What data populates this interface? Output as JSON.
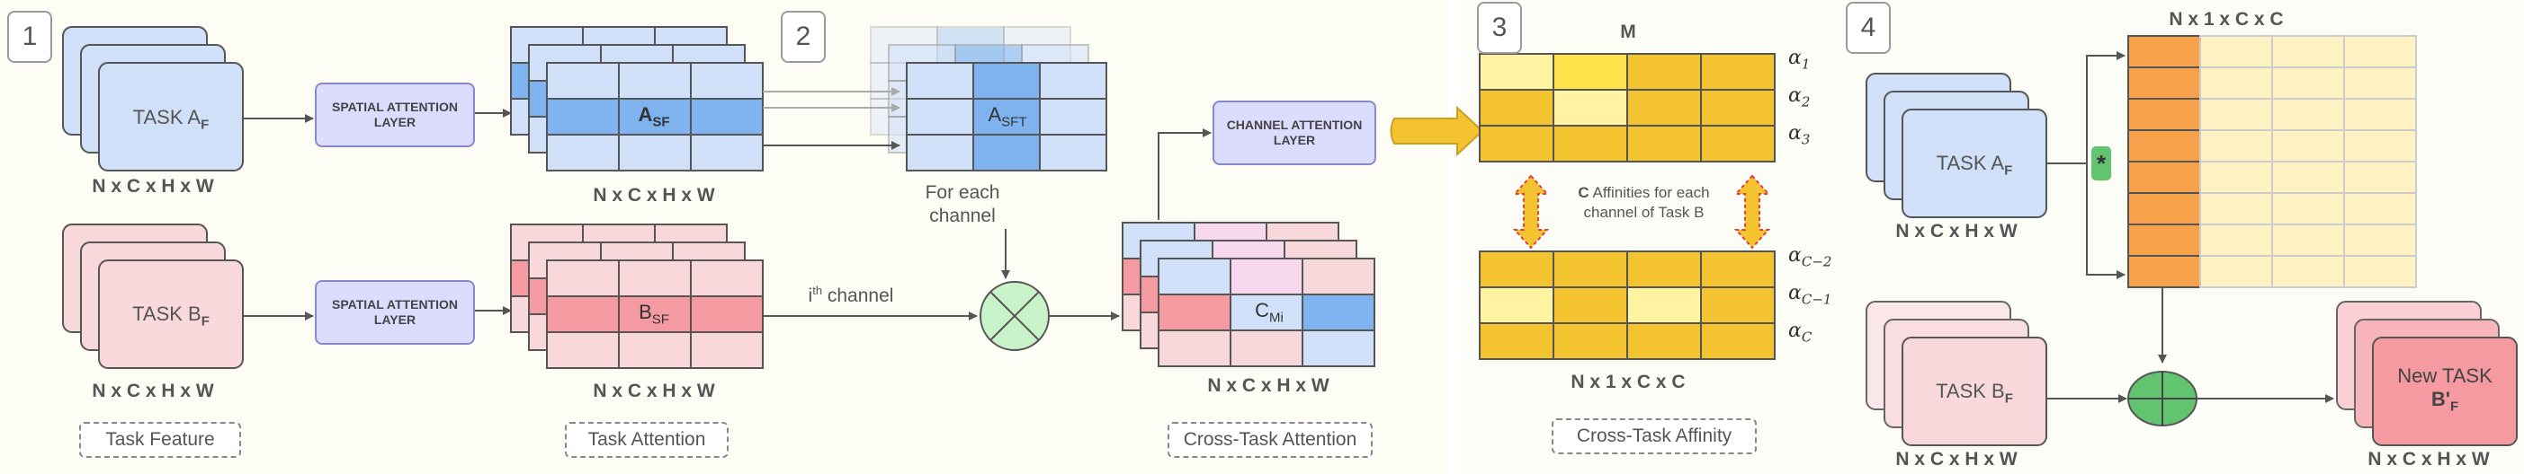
{
  "sections": {
    "s1": {
      "number": "1",
      "label": "Task Feature"
    },
    "s2": {
      "number": "2",
      "label": "Task Attention"
    },
    "s2b": {
      "label": "Cross-Task Attention"
    },
    "s3": {
      "number": "3",
      "label": "Cross-Task Affinity"
    },
    "s4": {
      "number": "4"
    }
  },
  "task_a_label": "TASK A",
  "task_a_sub": "F",
  "task_b_label": "TASK B",
  "task_b_sub": "F",
  "spatial_attention_label": "SPATIAL ATTENTION LAYER",
  "channel_attention_label": "CHANNEL ATTENTION LAYER",
  "dims": {
    "nchw": "N x C x H x W",
    "n1cc": "N x 1 x C x C",
    "m_label": "M"
  },
  "a_sf": {
    "main": "A",
    "sub": "SF"
  },
  "b_sf": {
    "main": "B",
    "sub": "SF"
  },
  "a_sft": {
    "main": "A",
    "sub": "SFT"
  },
  "c_mi": {
    "main": "C",
    "sub": "Mi"
  },
  "for_each_channel": "For each channel",
  "ith_channel": {
    "prefix": "i",
    "sup": "th",
    "rest": " channel"
  },
  "affinity_note": {
    "bold": "C",
    "text": " Affinities for each channel of Task B"
  },
  "alphas_top": [
    {
      "base": "α",
      "sub": "1"
    },
    {
      "base": "α",
      "sub": "2"
    },
    {
      "base": "α",
      "sub": "3"
    }
  ],
  "alphas_bottom": [
    {
      "base": "α",
      "sub": "C−2"
    },
    {
      "base": "α",
      "sub": "C−1"
    },
    {
      "base": "α",
      "sub": "C"
    }
  ],
  "multiply_symbol": "*",
  "new_task": {
    "line1": "New TASK",
    "line2_main": "B'",
    "line2_sub": "F"
  },
  "colors": {
    "blue_light": "#cfe0f8",
    "blue_mid": "#7fb3f0",
    "pink_light": "#f9d8dc",
    "pink_mid": "#f49aa0",
    "yellow_dark": "#f4c430",
    "yellow_light": "#fff2a0",
    "orange": "#f7a14a",
    "green": "#62c46e",
    "lavender": "#dcdcff"
  }
}
